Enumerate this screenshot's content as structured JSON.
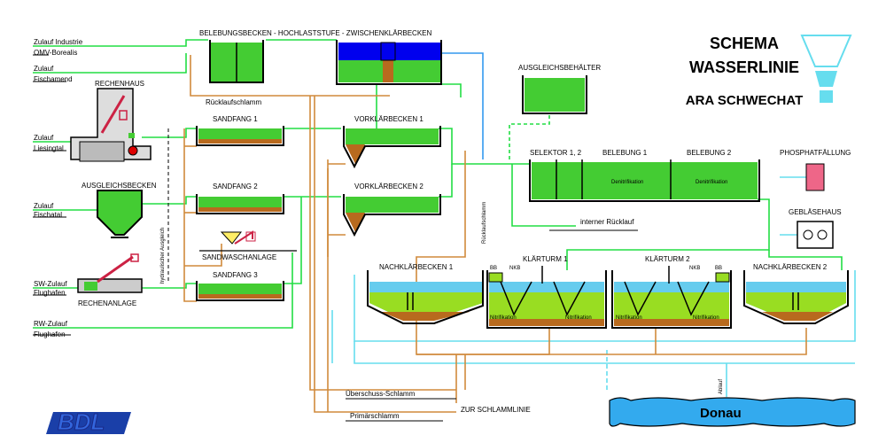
{
  "title": {
    "line1": "SCHEMA",
    "line2": "WASSERLINIE",
    "line3": "ARA SCHWECHAT"
  },
  "inflows": {
    "industrie1": "Zulauf Industrie",
    "industrie2": "OMV-Borealis",
    "fischamend1": "Zulauf",
    "fischamend2": "Fischamend",
    "liesing1": "Zulauf",
    "liesing2": "Liesingtal",
    "fischa1": "Zulauf",
    "fischa2": "Fischatal",
    "sw1": "SW-Zulauf",
    "sw2": "Flughafen",
    "rw1": "RW-Zulauf",
    "rw2": "Flughafen"
  },
  "units": {
    "rechenhaus": "RECHENHAUS",
    "ausgleichsbecken": "AUSGLEICHSBECKEN",
    "rechenanlage": "RECHENANLAGE",
    "hydr_ausgleich": "hydraulischer Ausgleich",
    "belebungsbecken": "BELEBUNGSBECKEN - HOCHLASTSTUFE - ZWISCHENKLÄRBECKEN",
    "ruecklaufschlamm1": "Rücklaufschlamm",
    "sandfang1": "SANDFANG 1",
    "sandfang2": "SANDFANG 2",
    "sandfang3": "SANDFANG 3",
    "sandwaschanlage": "SANDWASCHANLAGE",
    "vorklaer1": "VORKLÄRBECKEN 1",
    "vorklaer2": "VORKLÄRBECKEN 2",
    "ausgleichsbehaelter": "AUSGLEICHSBEHÄLTER",
    "ruecklaufschlamm2": "Rücklaufschlamm",
    "selektor": "SELEKTOR 1, 2",
    "belebung1": "BELEBUNG 1",
    "belebung2": "BELEBUNG 2",
    "denitri1": "Denitrifikation",
    "denitri2": "Denitrifikation",
    "interner_ruecklauf": "interner Rücklauf",
    "phosphat": "PHOSPHATFÄLLUNG",
    "geblaese": "GEBLÄSEHAUS",
    "nachklaer1": "NACHKLÄRBECKEN 1",
    "nachklaer2": "NACHKLÄRBECKEN 2",
    "klaerturm1": "KLÄRTURM 1",
    "klaerturm2": "KLÄRTURM 2",
    "bb1": "BB",
    "nkb1": "NKB",
    "bb2": "BB",
    "nkb2": "NKB",
    "nitri1": "Nitrifikation",
    "nitri2": "Nitrifikation",
    "nitri3": "Nitrifikation",
    "nitri4": "Nitrifikation"
  },
  "bottom": {
    "ueberschuss": "Überschuss-Schlamm",
    "primaer": "Primärschlamm",
    "schlammlinie": "ZUR SCHLAMMLINIE",
    "ablauf": "Ablauf",
    "donau": "Donau"
  },
  "logo": "BDL",
  "colors": {
    "water": "#22dd44",
    "sludge": "#d08a3c",
    "clear_water": "#66ccee",
    "activated": "#44cc33",
    "nitrification": "#99dd22",
    "river": "#33aaee"
  }
}
